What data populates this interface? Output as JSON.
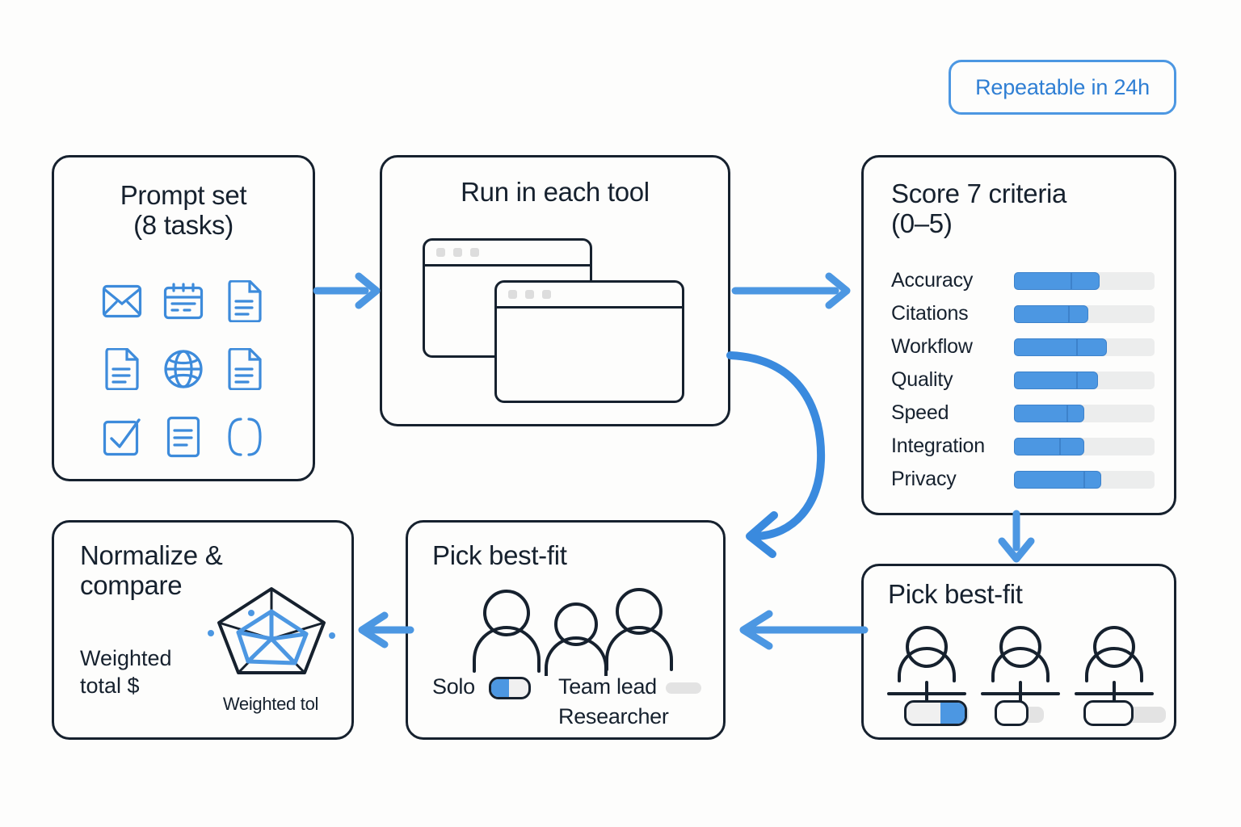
{
  "badge": {
    "label": "Repeatable in 24h",
    "color": "#2f7fd4"
  },
  "theme": {
    "blue": "#4c97e2",
    "ink": "#16212e",
    "track": "#eceded",
    "bg": "#fdfdfc"
  },
  "cards": {
    "prompt_set": {
      "title_line1": "Prompt set",
      "title_line2": "(8 tasks)",
      "icons": [
        "envelope-icon",
        "calendar-icon",
        "document-icon",
        "document-icon",
        "globe-icon",
        "document-icon",
        "checkbox-check-icon",
        "document-lines-icon",
        "brackets-icon"
      ]
    },
    "run_in_each_tool": {
      "title": "Run in each tool",
      "windows": [
        {
          "name": "browser-window-back",
          "dots": 3
        },
        {
          "name": "browser-window-front",
          "dots": 3
        }
      ]
    },
    "score": {
      "title_line1": "Score 7 criteria",
      "title_line2": "(0–5)"
    },
    "normalize": {
      "title_line1": "Normalize &",
      "title_line2": "compare",
      "subtitle": "Weighted\ntotal $",
      "radar_label": "Weighted tol"
    },
    "pick_best_fit_mid": {
      "title": "Pick best-fit",
      "options": [
        {
          "label": "Solo",
          "control": "toggle",
          "on": true
        },
        {
          "label": "Team lead",
          "control": "pill",
          "on": false
        },
        {
          "label": "Researcher",
          "control": "none",
          "on": false
        }
      ]
    },
    "pick_best_fit_right": {
      "title": "Pick best-fit",
      "sliders": [
        {
          "name": "slider-1",
          "on": true,
          "fill_pct": 42,
          "track_pct": 100
        },
        {
          "name": "slider-2",
          "on": false,
          "fill_pct": 0,
          "track_pct": 66
        },
        {
          "name": "slider-3",
          "on": false,
          "fill_pct": 0,
          "track_pct": 100
        }
      ]
    }
  },
  "chart_data": {
    "type": "bar",
    "title": "Score 7 criteria (0–5)",
    "xlabel": "",
    "ylabel": "",
    "xlim": [
      0,
      5
    ],
    "grid": false,
    "legend": "none",
    "orientation": "horizontal",
    "categories": [
      "Accuracy",
      "Citations",
      "Workflow",
      "Quality",
      "Speed",
      "Integration",
      "Privacy"
    ],
    "series": [
      {
        "name": "segment-1",
        "values": [
          2.05,
          1.95,
          2.25,
          2.25,
          1.9,
          1.65,
          2.5
        ]
      },
      {
        "name": "segment-2",
        "values": [
          1.0,
          0.7,
          1.05,
          0.75,
          0.6,
          0.85,
          0.6
        ]
      }
    ],
    "totals": [
      3.05,
      2.65,
      3.3,
      3.0,
      2.5,
      2.5,
      3.1
    ],
    "segment1_pct": [
      41,
      39,
      45,
      45,
      38,
      33,
      50
    ],
    "total_pct": [
      61,
      53,
      66,
      60,
      50,
      50,
      62
    ]
  },
  "arrows": [
    {
      "name": "arrow-prompt-to-run",
      "direction": "right"
    },
    {
      "name": "arrow-run-to-score",
      "direction": "right"
    },
    {
      "name": "arrow-score-to-pick-right",
      "direction": "down"
    },
    {
      "name": "arrow-run-curved-back",
      "direction": "curve-left"
    },
    {
      "name": "arrow-pickright-to-pickmid",
      "direction": "left"
    },
    {
      "name": "arrow-pickmid-to-normalize",
      "direction": "left"
    }
  ]
}
